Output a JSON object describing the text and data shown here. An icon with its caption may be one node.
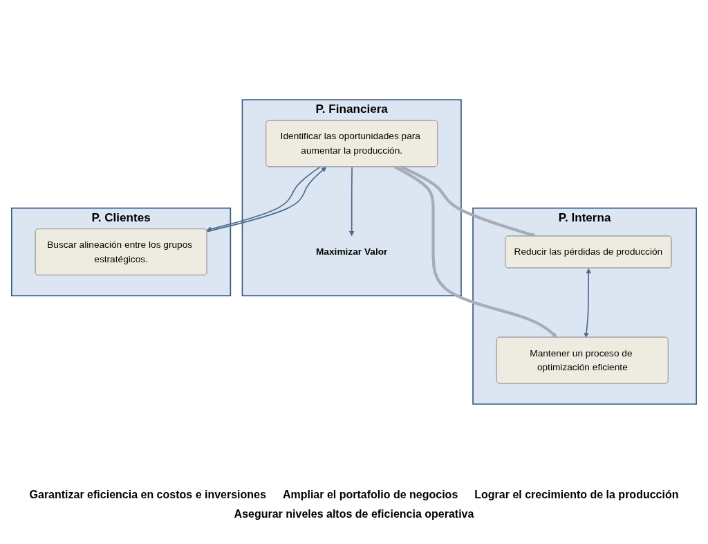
{
  "diagram": {
    "nodes": [
      {
        "text": [
          "P. Financiera"
        ]
      },
      {
        "text": [
          "Maximizar Valor"
        ],
        "in": 0
      },
      {
        "text": [
          "Identificar las oportunidades para aumentar la producción."
        ],
        "in": 0
      },
      {
        "text": [
          "P. Clientes"
        ]
      },
      {
        "text": [
          "Buscar alineación entre los grupos estratégicos."
        ],
        "in": 3
      },
      {
        "text": [
          "P. Interna"
        ]
      },
      {
        "text": [
          "Reducir las pérdidas de producción"
        ],
        "in": 5
      },
      {
        "text": [
          "Mantener un proceso de optimización eficiente"
        ],
        "in": 5
      }
    ],
    "edges": [
      {
        "from": 2,
        "to": 1,
        "arrow": "to"
      },
      {
        "from": 2,
        "to": 6,
        "arrow": "to",
        "style": "thick",
        "color": "#a5adb8"
      },
      {
        "from": 2,
        "to": 7,
        "arrow": "to",
        "style": "thick",
        "color": "#a5adb8"
      },
      {
        "from": 2,
        "to": 4,
        "arrow": "to"
      },
      {
        "from": 4,
        "to": 2,
        "arrow": "to"
      },
      {
        "from": 6,
        "to": 7,
        "arrow": "both"
      }
    ],
    "labels": [
      "Garantizar eficiencia en costos e inversiones",
      "Ampliar el portafolio de negocios",
      "Lograr el crecimiento de la producción",
      "Asegurar niveles altos de eficiencia operativa"
    ]
  }
}
